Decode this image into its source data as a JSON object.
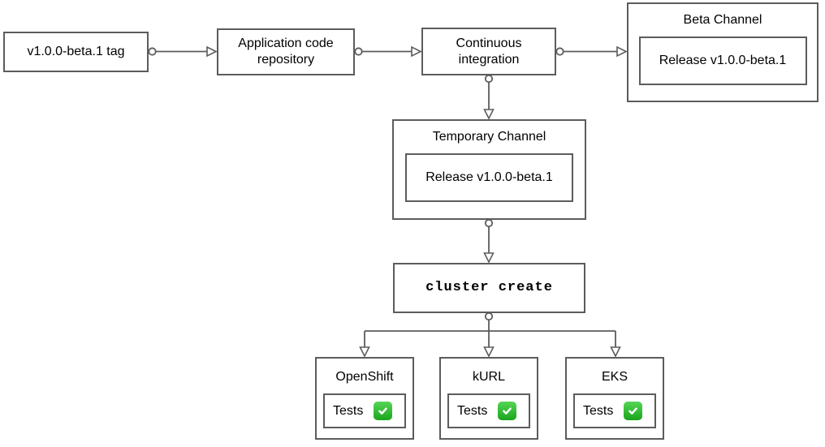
{
  "colors": {
    "background": "#ffffff",
    "border": "#5c5c5c",
    "connector": "#5c5c5c",
    "text": "#000000",
    "check_green_top": "#56d556",
    "check_green_bottom": "#1ba51b"
  },
  "nodes": {
    "tag": {
      "label": "v1.0.0-beta.1 tag"
    },
    "repository": {
      "label": "Application code repository"
    },
    "ci": {
      "label": "Continuous integration"
    },
    "beta_channel": {
      "title": "Beta Channel",
      "release_label": "Release v1.0.0-beta.1"
    },
    "temporary_channel": {
      "title": "Temporary Channel",
      "release_label": "Release v1.0.0-beta.1"
    },
    "cluster_create": {
      "command": "cluster create"
    }
  },
  "test_clusters": [
    {
      "title": "OpenShift",
      "tests_label": "Tests",
      "status_icon": "check-mark-button"
    },
    {
      "title": "kURL",
      "tests_label": "Tests",
      "status_icon": "check-mark-button"
    },
    {
      "title": "EKS",
      "tests_label": "Tests",
      "status_icon": "check-mark-button"
    }
  ]
}
